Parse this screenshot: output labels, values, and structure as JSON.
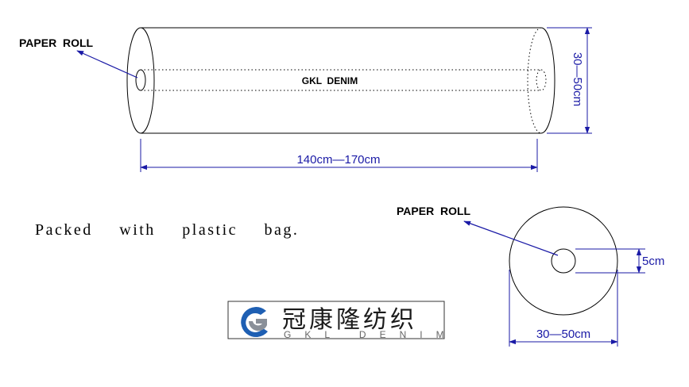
{
  "labels": {
    "paper_roll_top": "PAPER  ROLL",
    "roll_text": "GKL  DENIM",
    "length_dim": "140cm—170cm",
    "diameter_dim_side": "30—50cm",
    "paper_roll_bottom": "PAPER  ROLL",
    "core_dim": "5cm",
    "diameter_dim_bottom": "30—50cm"
  },
  "note": "Packed with plastic bag.",
  "logo": {
    "chinese": "冠康隆纺织",
    "english": "GKL DENIM"
  },
  "colors": {
    "line": "#000000",
    "dimension": "#1a1aa6",
    "logo_blue": "#1e5fb3",
    "logo_grey": "#8a9099"
  }
}
